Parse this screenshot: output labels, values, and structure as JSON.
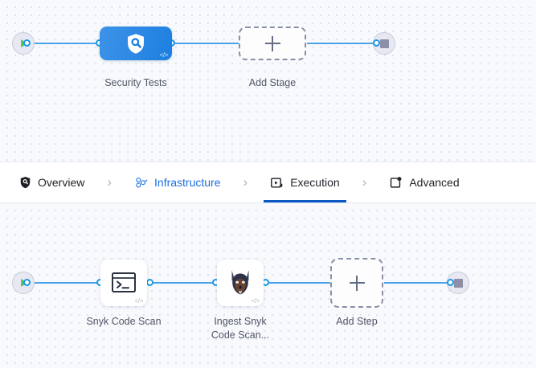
{
  "app": {
    "name": "pipeline-studio-canvas"
  },
  "stage_canvas": {
    "name": "stages-graph",
    "start_node": {
      "icon": "play-icon",
      "label": "Start"
    },
    "end_node": {
      "icon": "stop-icon",
      "label": "End"
    },
    "nodes": [
      {
        "id": "security-tests",
        "type": "stage",
        "label": "Security Tests",
        "icon": "shield-search-icon",
        "badge": "</>",
        "color": "#1c7fe0",
        "selected": true
      },
      {
        "id": "add-stage",
        "type": "add",
        "label": "Add Stage",
        "icon": "plus-icon",
        "badge": ""
      }
    ]
  },
  "tabbar": {
    "name": "pipeline-section-tabs",
    "separator": "›",
    "tabs": [
      {
        "id": "overview",
        "label": "Overview",
        "icon": "shield-icon",
        "state": "default"
      },
      {
        "id": "infrastructure",
        "label": "Infrastructure",
        "icon": "infrastructure-icon",
        "state": "link"
      },
      {
        "id": "execution",
        "label": "Execution",
        "icon": "execution-play-icon",
        "state": "active"
      },
      {
        "id": "advanced",
        "label": "Advanced",
        "icon": "advanced-gear-icon",
        "state": "default"
      }
    ]
  },
  "step_canvas": {
    "name": "steps-graph",
    "start_node": {
      "icon": "play-icon",
      "label": "Start"
    },
    "end_node": {
      "icon": "stop-icon",
      "label": "End"
    },
    "nodes": [
      {
        "id": "snyk-code-scan",
        "type": "step",
        "label": "Snyk Code Scan",
        "icon": "terminal-icon",
        "badge": "</>"
      },
      {
        "id": "ingest-snyk-code-scan",
        "type": "step",
        "label": "Ingest Snyk\nCode Scan...",
        "icon": "doberman-icon",
        "badge": "</>"
      },
      {
        "id": "add-step",
        "type": "add",
        "label": "Add Step",
        "icon": "plus-icon",
        "badge": ""
      }
    ]
  },
  "colors": {
    "accent_blue": "#1b6fe0",
    "link_blue": "#4aa3e8",
    "stage_blue": "#1c7fe0",
    "active_underline": "#0b57c4",
    "start_green": "#61c462",
    "stop_gray": "#8d8fa8",
    "canvas_bg": "#f7f9fc",
    "grid_dot": "#d5dbe6"
  }
}
